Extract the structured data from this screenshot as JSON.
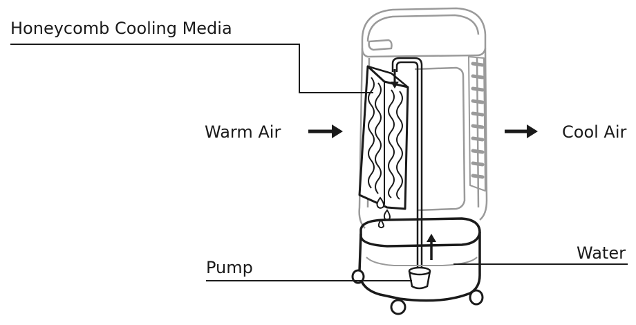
{
  "labels": {
    "honeycomb": "Honeycomb Cooling Media",
    "warm_air": "Warm Air",
    "cool_air": "Cool Air",
    "pump": "Pump",
    "water": "Water"
  },
  "colors": {
    "line": "#1a1a1a",
    "ghost": "#9a9a9a",
    "background": "#ffffff"
  }
}
